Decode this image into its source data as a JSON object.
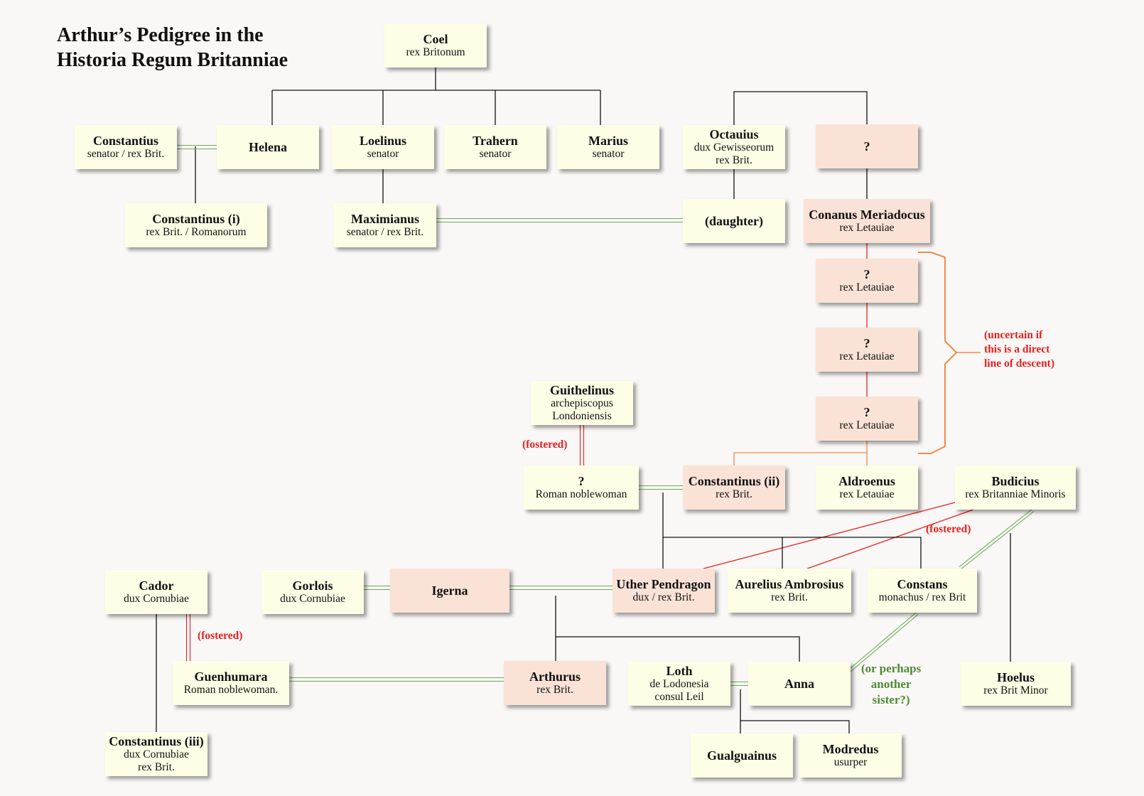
{
  "title": {
    "line1": "Arthur’s Pedigree in the",
    "line2": "Historia Regum Britanniae"
  },
  "colors": {
    "node_fill": "#fefee6",
    "royal_fill": "#fae2d6",
    "line_black": "#111111",
    "line_red": "#e62020",
    "line_orange": "#ee8a4a",
    "marriage_green": "#6aaa55",
    "note_red": "#e62020",
    "note_green": "#4e8a35"
  },
  "nodes": {
    "coel": {
      "name": "Coel",
      "sub": [
        "rex Britonum"
      ]
    },
    "constantius": {
      "name": "Constantius",
      "sub": [
        "senator / rex Brit."
      ]
    },
    "helena": {
      "name": "Helena",
      "sub": []
    },
    "loelinus": {
      "name": "Loelinus",
      "sub": [
        "senator"
      ]
    },
    "trahern": {
      "name": "Trahern",
      "sub": [
        "senator"
      ]
    },
    "marius": {
      "name": "Marius",
      "sub": [
        "senator"
      ]
    },
    "octauius": {
      "name": "Octauius",
      "sub": [
        "dux Gewisseorum",
        "rex Brit."
      ]
    },
    "unknown_q": {
      "name": "?",
      "sub": []
    },
    "constantinus_i": {
      "name": "Constantinus (i)",
      "sub": [
        "rex Brit. / Romanorum"
      ]
    },
    "maximianus": {
      "name": "Maximianus",
      "sub": [
        "senator / rex Brit."
      ]
    },
    "daughter": {
      "name": "(daughter)",
      "sub": []
    },
    "conanus": {
      "name": "Conanus Meriadocus",
      "sub": [
        "rex Letauiae"
      ]
    },
    "letauia_1": {
      "name": "?",
      "sub": [
        "rex Letauiae"
      ]
    },
    "letauia_2": {
      "name": "?",
      "sub": [
        "rex Letauiae"
      ]
    },
    "letauia_3": {
      "name": "?",
      "sub": [
        "rex Letauiae"
      ]
    },
    "guithelinus": {
      "name": "Guithelinus",
      "sub": [
        "archepiscopus",
        "Londoniensis"
      ]
    },
    "roman_noblewoman": {
      "name": "?",
      "sub": [
        "Roman noblewoman"
      ]
    },
    "constantinus_ii": {
      "name": "Constantinus (ii)",
      "sub": [
        "rex Brit."
      ]
    },
    "aldroenus": {
      "name": "Aldroenus",
      "sub": [
        "rex Letauiae"
      ]
    },
    "budicius": {
      "name": "Budicius",
      "sub": [
        "rex Britanniae Minoris"
      ]
    },
    "cador": {
      "name": "Cador",
      "sub": [
        "dux Cornubiae"
      ]
    },
    "gorlois": {
      "name": "Gorlois",
      "sub": [
        "dux Cornubiae"
      ]
    },
    "igerna": {
      "name": "Igerna",
      "sub": []
    },
    "uther": {
      "name": "Uther Pendragon",
      "sub": [
        "dux / rex Brit."
      ]
    },
    "aurelius": {
      "name": "Aurelius Ambrosius",
      "sub": [
        "rex Brit."
      ]
    },
    "constans": {
      "name": "Constans",
      "sub": [
        "monachus / rex Brit"
      ]
    },
    "guenhumara": {
      "name": "Guenhumara",
      "sub": [
        "Roman noblewoman."
      ]
    },
    "arthurus": {
      "name": "Arthurus",
      "sub": [
        "rex Brit."
      ]
    },
    "loth": {
      "name": "Loth",
      "sub": [
        "de Lodonesia",
        "consul Leil"
      ]
    },
    "anna": {
      "name": "Anna",
      "sub": []
    },
    "hoelus": {
      "name": "Hoelus",
      "sub": [
        "rex Brit Minor"
      ]
    },
    "constantinus_iii": {
      "name": "Constantinus (iii)",
      "sub": [
        "dux Cornubiae",
        "rex Brit."
      ]
    },
    "gualguainus": {
      "name": "Gualguainus",
      "sub": []
    },
    "modredus": {
      "name": "Modredus",
      "sub": [
        "usurper"
      ]
    }
  },
  "notes": {
    "uncertain": [
      "(uncertain if",
      "this is a direct",
      "line of descent)"
    ],
    "fostered_guithelinus": [
      "(fostered)"
    ],
    "fostered_budicius": [
      "(fostered)"
    ],
    "fostered_cador": [
      "(fostered)"
    ],
    "another_sister": [
      "(or perhaps",
      "another",
      "sister?)"
    ]
  }
}
